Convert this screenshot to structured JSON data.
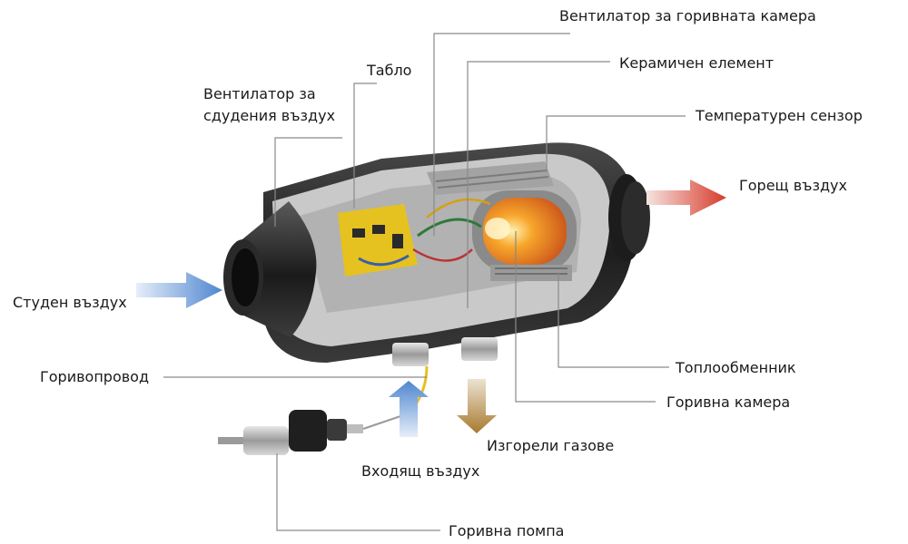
{
  "diagram": {
    "labels": {
      "combustion_fan": "Вентилатор за горивната камера",
      "ceramic_element": "Керамичен елемент",
      "control_board": "Табло",
      "cold_air_fan_line1": "Вентилатор за",
      "cold_air_fan_line2": "сдудения въздух",
      "temperature_sensor": "Температурен сензор",
      "hot_air": "Горещ въздух",
      "cold_air": "Студен въздух",
      "fuel_line": "Горивопровод",
      "heat_exchanger": "Топлообменник",
      "combustion_chamber": "Горивна камера",
      "exhaust_gases": "Изгорели газове",
      "intake_air": "Входящ въздух",
      "fuel_pump": "Горивна помпа"
    },
    "colors": {
      "leader_line": "#8a8a8a",
      "cold_arrow": "#5b8fd4",
      "hot_arrow": "#d8473a",
      "exhaust_arrow": "#a8792e",
      "body": "#2b2b2b",
      "flame": "#f08a1e",
      "board": "#e5c21f"
    }
  }
}
